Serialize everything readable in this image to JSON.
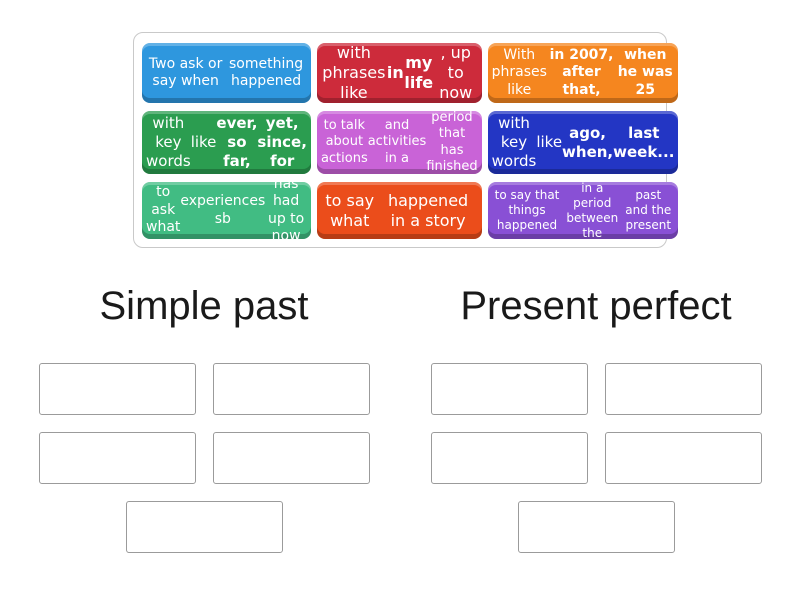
{
  "activity": {
    "type": "group-sort"
  },
  "tile_panel": {
    "tiles": [
      {
        "id": "tile-when-something-happened",
        "color": "#2e97de",
        "font_size": 14,
        "segments": [
          {
            "t": "Two ask or say when\nsomething happened",
            "b": false
          }
        ]
      },
      {
        "id": "tile-in-my-life",
        "color": "#cd2b3b",
        "font_size": 16,
        "segments": [
          {
            "t": "with phrases like ",
            "b": false
          },
          {
            "t": "in\nmy life",
            "b": true
          },
          {
            "t": ", up to now",
            "b": false
          }
        ]
      },
      {
        "id": "tile-in-2007",
        "color": "#f5861f",
        "font_size": 14,
        "segments": [
          {
            "t": "With phrases like\n",
            "b": false
          },
          {
            "t": "in 2007, after that,\nwhen he was 25",
            "b": true
          }
        ]
      },
      {
        "id": "tile-ever-so-far",
        "color": "#2b9d50",
        "font_size": 15,
        "segments": [
          {
            "t": "with key words\nlike ",
            "b": false
          },
          {
            "t": "ever, so far,\nyet, since, for",
            "b": true
          }
        ]
      },
      {
        "id": "tile-period-finished",
        "color": "#c963d7",
        "font_size": 13,
        "segments": [
          {
            "t": "to talk about actions\nand activities in a\nperiod that has finished",
            "b": false
          }
        ]
      },
      {
        "id": "tile-ago-when",
        "color": "#2336c4",
        "font_size": 15,
        "segments": [
          {
            "t": "with key words\nlike ",
            "b": false
          },
          {
            "t": "ago, when,\nlast week...",
            "b": true
          }
        ]
      },
      {
        "id": "tile-experiences",
        "color": "#41bc83",
        "font_size": 14,
        "segments": [
          {
            "t": "to ask what\nexperiences sb\nhas had up to now",
            "b": false
          }
        ]
      },
      {
        "id": "tile-story",
        "color": "#eb4d1b",
        "font_size": 16,
        "segments": [
          {
            "t": "to say what\nhappened in a story",
            "b": false
          }
        ]
      },
      {
        "id": "tile-between-past-present",
        "color": "#8950d5",
        "font_size": 12,
        "segments": [
          {
            "t": "to say that things happened\nin a period between the\npast and the present",
            "b": false
          }
        ]
      }
    ]
  },
  "groups": [
    {
      "label": "Simple past",
      "slot_count": 5
    },
    {
      "label": "Present perfect",
      "slot_count": 5
    }
  ],
  "colors": {
    "heading_text": "#1a1a1a",
    "slot_border": "#9b9b9b",
    "panel_border": "#c9c9c9",
    "tile_text": "#ffffff"
  }
}
